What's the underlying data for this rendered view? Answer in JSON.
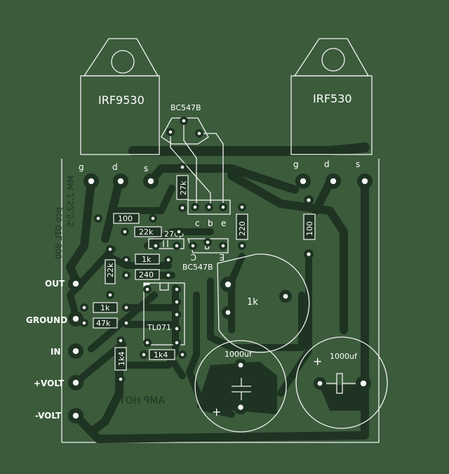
{
  "transistors": {
    "left_mosfet": "IRF9530",
    "right_mosfet": "IRF530",
    "driver_top": "BC547B",
    "driver_bottom": "BC547B"
  },
  "pins": {
    "left": [
      "g",
      "d",
      "s"
    ],
    "right": [
      "g",
      "d",
      "s"
    ],
    "bc_top": [
      "c",
      "b",
      "e"
    ],
    "bc_bottom": [
      "C",
      "B",
      "E"
    ]
  },
  "resistors": {
    "r100_left": "100",
    "r22k_h": "22k",
    "r1k_a": "1k",
    "r240": "240",
    "r22k_v": "22k",
    "r27k": "27k",
    "r220": "220",
    "r100_right": "100",
    "r1k_b": "1k",
    "r47k": "47k",
    "r1k4_v": "1k4",
    "r1k4_h": "1k4"
  },
  "capacitors": {
    "c_small": "270p",
    "c_left": "1000uf",
    "c_right": "1000uf",
    "plus_left": "+",
    "plus_right": "+"
  },
  "pot": "1k",
  "opamp": "TL071",
  "connectors": [
    "OUT",
    "GROUND",
    "IN",
    "+VOLT",
    "-VOLT"
  ],
  "mirrored_text": {
    "footprint_1": "MM 2,52,5'5",
    "footprint_2": "pcb 0TL 800",
    "brand": "AMP  HOT"
  }
}
